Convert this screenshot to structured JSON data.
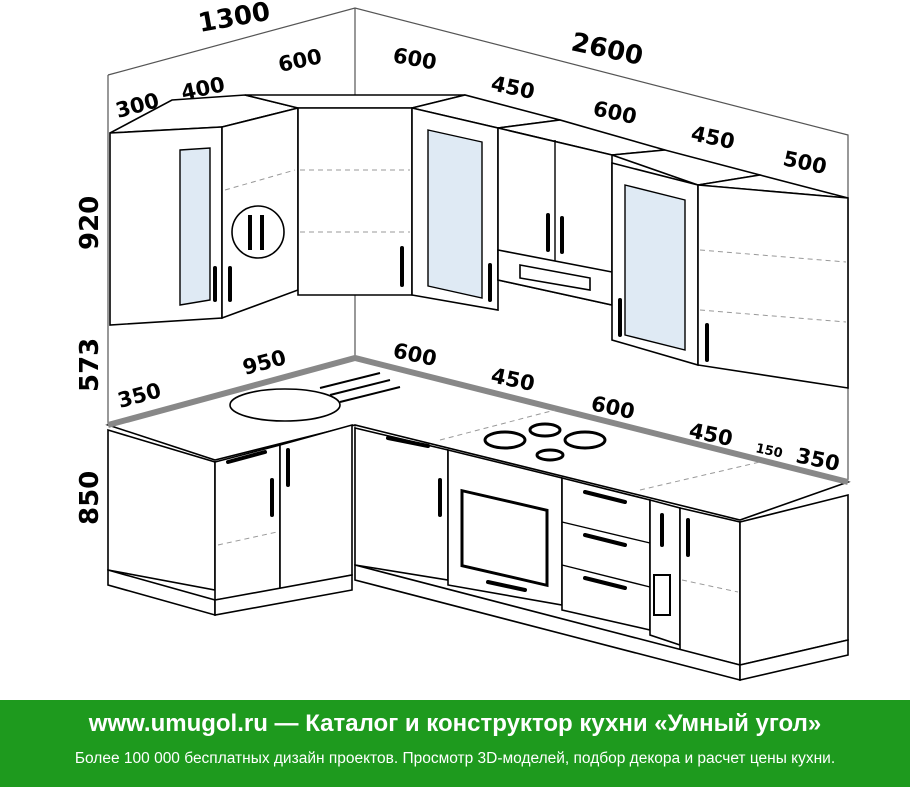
{
  "dimensions": {
    "top_left_total": "1300",
    "top_right_total": "2600",
    "upper_left": [
      "300",
      "400",
      "600"
    ],
    "upper_right": [
      "600",
      "450",
      "600",
      "450",
      "500"
    ],
    "heights": {
      "upper": "920",
      "gap": "573",
      "base": "850"
    },
    "counter_left": [
      "350",
      "950"
    ],
    "counter_right": [
      "600",
      "450",
      "600",
      "450",
      "150",
      "350"
    ]
  },
  "footer": {
    "title": "www.umugol.ru — Каталог и конструктор кухни «Умный угол»",
    "subtitle": "Более 100 000 бесплатных дизайн проектов. Просмотр 3D-моделей, подбор декора и расчет цены кухни."
  },
  "colors": {
    "footer_bg": "#1e9a1e",
    "glass": "#dfeaf4",
    "edge": "#888888"
  }
}
